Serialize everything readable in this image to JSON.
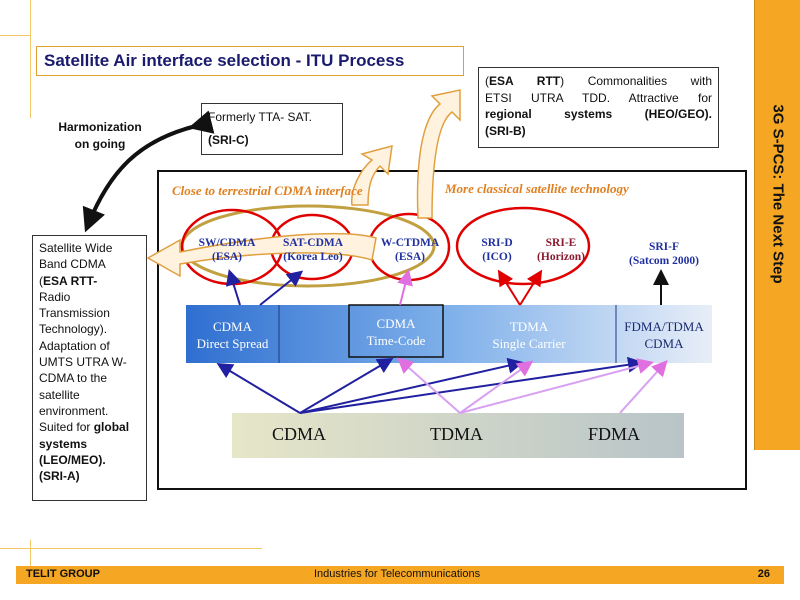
{
  "title": "Satellite Air interface selection - ITU Process",
  "side_title": "3G S-PCS: The Next Step",
  "harmonization": [
    "Harmonization",
    "on going"
  ],
  "sri_c_box": {
    "line1": "Formerly TTA- SAT.",
    "line2": "(SRI-C)"
  },
  "sri_b_box": {
    "lines": [
      [
        "(",
        "ESA RTT",
        ") Commonalities with"
      ],
      [
        "ETSI UTRA TDD. Attractive for"
      ],
      [
        "",
        "regional systems (HEO/GEO).",
        ""
      ],
      [
        "",
        "(SRI-B)",
        ""
      ]
    ]
  },
  "sri_a_box": {
    "lines": [
      "Satellite Wide",
      "Band CDMA",
      "ESA RTT-",
      "Radio",
      "Transmission",
      "Technology).",
      "Adaptation of",
      "UMTS UTRA W-",
      "CDMA to the",
      "satellite",
      "environment.",
      "Suited for ",
      "global",
      "systems",
      "(LEO/MEO).",
      "(SRI-A)"
    ],
    "open_paren": "("
  },
  "panel": {
    "heading_left": "Close to terrestrial CDMA interface",
    "heading_right": "More classical satellite technology",
    "systems": [
      {
        "name": "SW/CDMA",
        "sub": "(ESA)"
      },
      {
        "name": "SAT-CDMA",
        "sub": "(Korea Leo)"
      },
      {
        "name": "W-CTDMA",
        "sub": "(ESA)"
      },
      {
        "name": "SRI-D",
        "sub": "(ICO)"
      },
      {
        "name": "SRI-E",
        "sub": "(Horizon)"
      },
      {
        "name": "SRI-F",
        "sub": "(Satcom 2000)"
      }
    ],
    "technologies": [
      {
        "line1": "CDMA",
        "line2": "Direct Spread"
      },
      {
        "line1": "CDMA",
        "line2": "Time-Code"
      },
      {
        "line1": "TDMA",
        "line2": "Single Carrier"
      },
      {
        "line1": "FDMA/TDMA",
        "line2": "CDMA"
      }
    ],
    "access": [
      "CDMA",
      "TDMA",
      "FDMA"
    ]
  },
  "footer": {
    "left": "TELIT GROUP",
    "center": "Industries for Telecommunications",
    "page": "26"
  },
  "colors": {
    "accent": "#f5a623",
    "title_text": "#1a1a6e",
    "panel_heading": "#e08020",
    "blue_arrow": "#2020a0",
    "pink_arrow": "#e070e0",
    "red_arrow": "#e00000",
    "ellipse_stroke": "#c0a040"
  }
}
